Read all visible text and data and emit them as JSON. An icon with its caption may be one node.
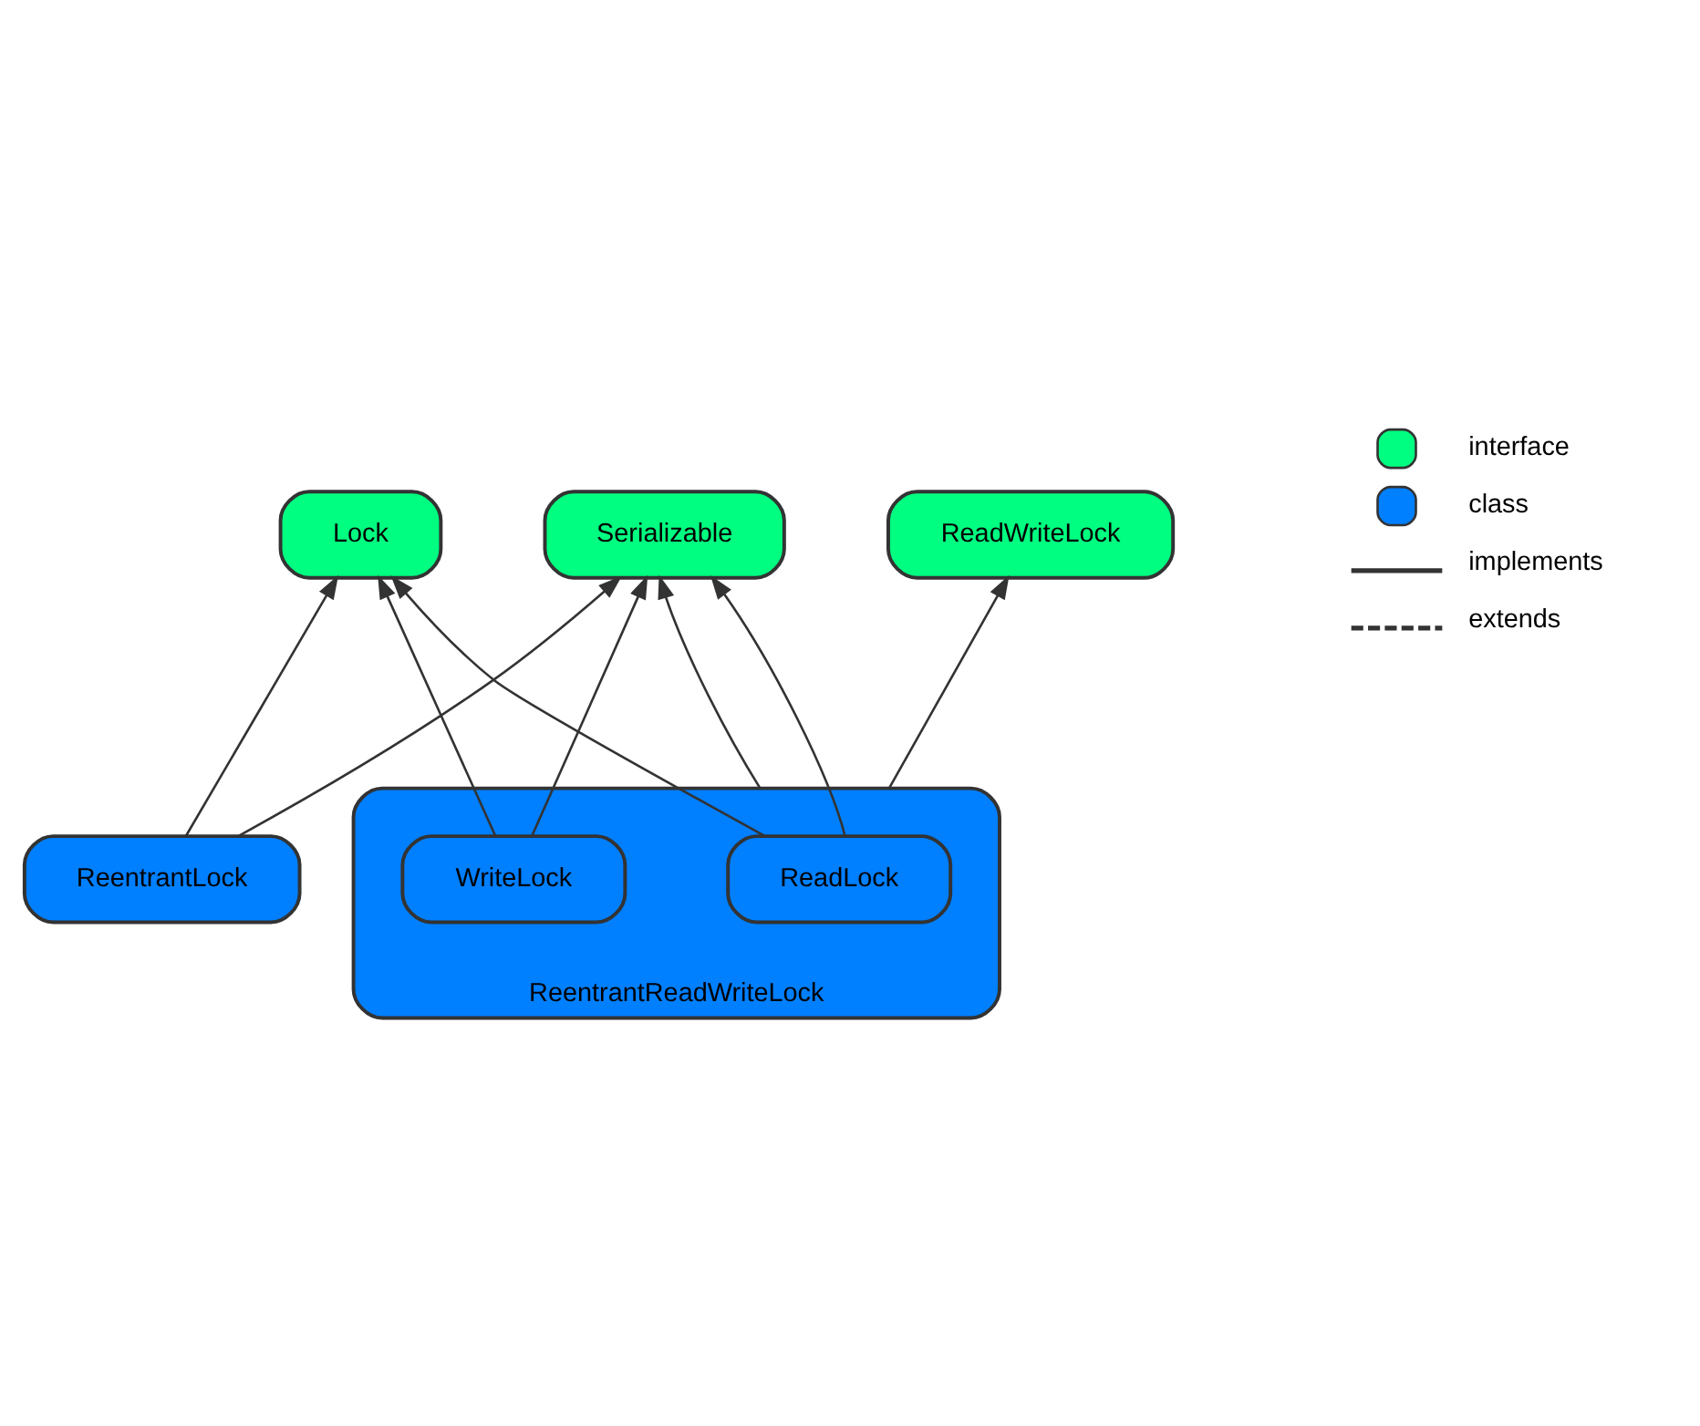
{
  "diagram": {
    "nodes": [
      {
        "text": [
          "Serializable"
        ]
      },
      {
        "text": [
          "Lock"
        ]
      },
      {
        "text": [
          "ReadWriteLock"
        ]
      },
      {
        "text": [
          "ReentrantReadWriteLock"
        ]
      },
      {
        "text": [
          "ReadLock"
        ],
        "in": 3
      },
      {
        "text": [
          "WriteLock"
        ],
        "in": 3
      },
      {
        "text": [
          "ReentrantLock"
        ]
      }
    ],
    "edges": [
      {
        "from": 6,
        "to": 0,
        "arrow": "to"
      },
      {
        "from": 6,
        "to": 1,
        "arrow": "to"
      },
      {
        "from": 3,
        "to": 2,
        "arrow": "to"
      },
      {
        "from": 3,
        "to": 0,
        "arrow": "to"
      },
      {
        "from": 4,
        "to": 1,
        "arrow": "to"
      },
      {
        "from": 4,
        "to": 0,
        "arrow": "to"
      },
      {
        "from": 5,
        "to": 1,
        "arrow": "to"
      },
      {
        "from": 5,
        "to": 0,
        "arrow": "to"
      }
    ],
    "legend": [
      {
        "text": "interface",
        "color": "#00ff80"
      },
      {
        "text": "class",
        "color": "#007fff"
      },
      {
        "text": "implements"
      },
      {
        "text": "extends"
      }
    ]
  }
}
